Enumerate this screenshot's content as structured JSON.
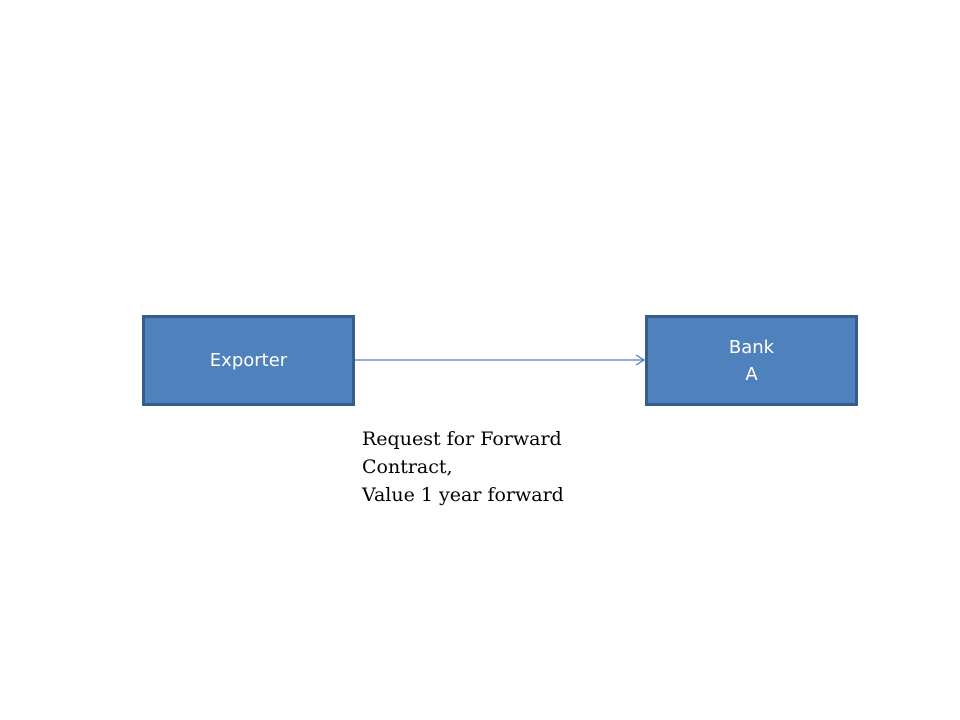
{
  "nodes": {
    "exporter": {
      "label": "Exporter"
    },
    "bank": {
      "line1": "Bank",
      "line2": "A"
    }
  },
  "edge": {
    "caption_lines": [
      "Request for Forward",
      "Contract,",
      "Value 1 year forward"
    ]
  },
  "colors": {
    "box_fill": "#4f81bd",
    "box_border": "#385d8a",
    "arrow": "#4a7ebb"
  }
}
